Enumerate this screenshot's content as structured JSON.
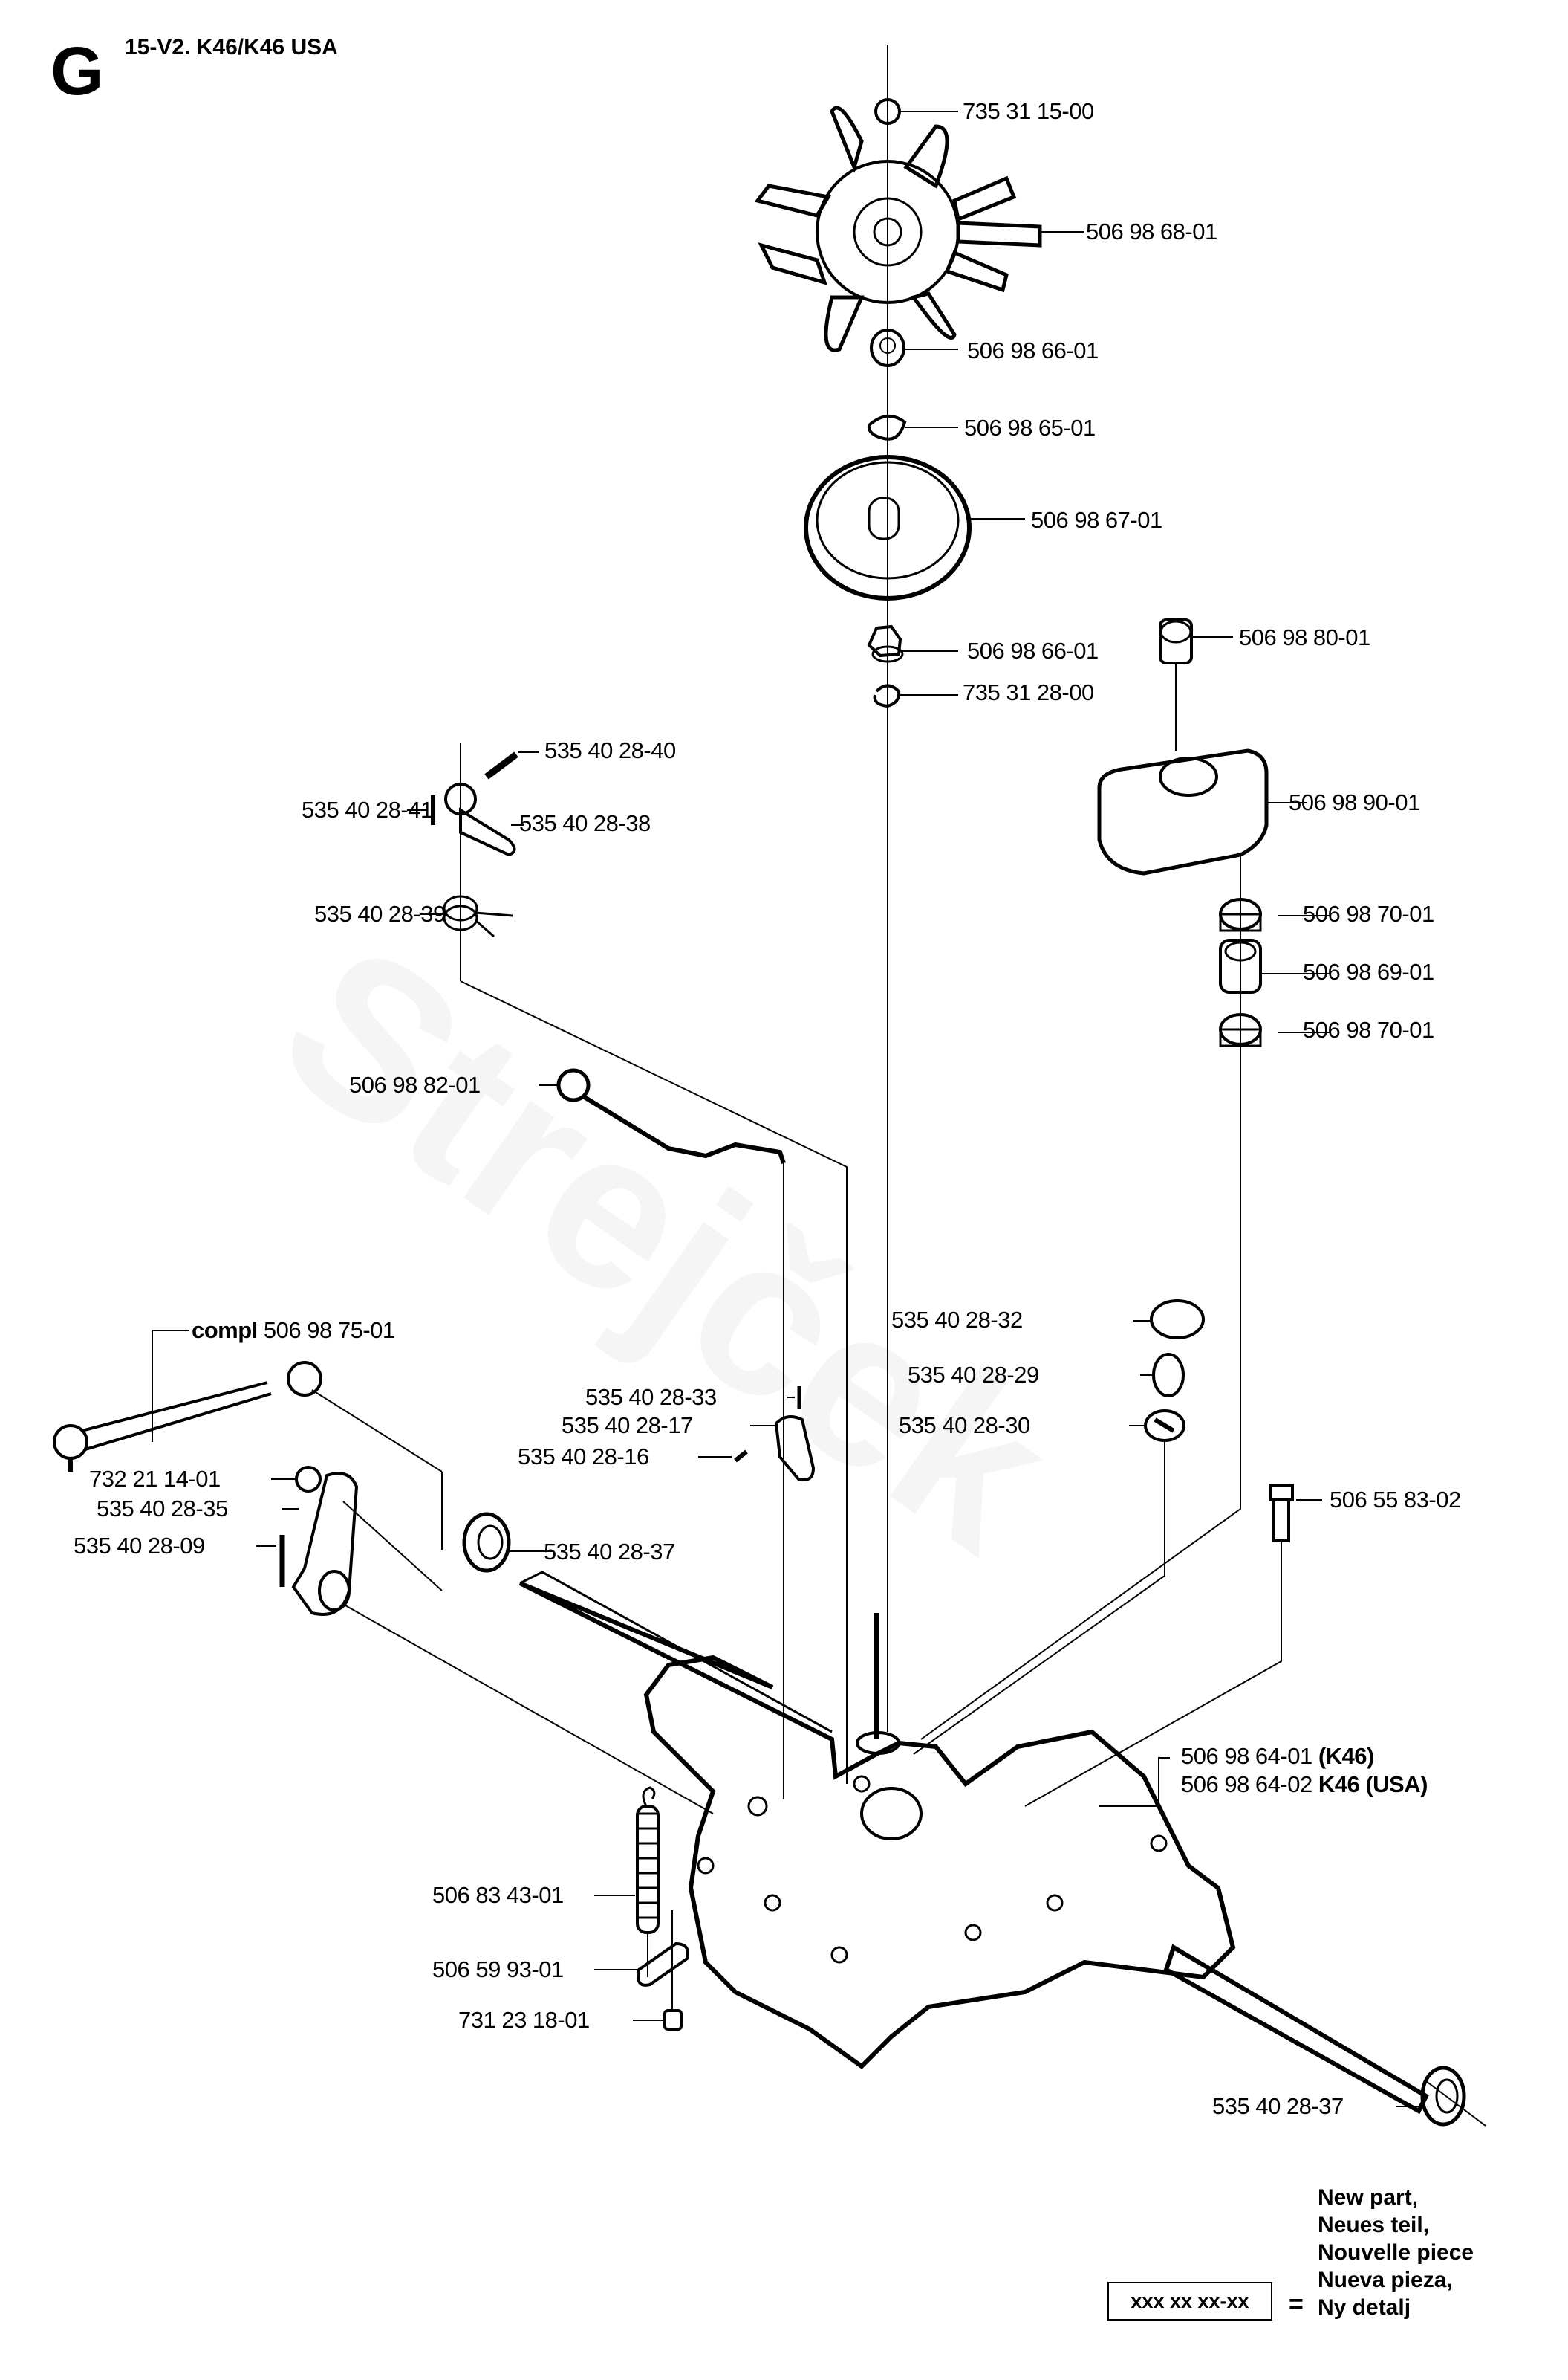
{
  "header": {
    "section_letter": "G",
    "title": "15-V2. K46/K46 USA"
  },
  "watermark": "Strejček",
  "parts": {
    "snap_ring_top": "735 31 15-00",
    "fan": "506 98 68-01",
    "nut_upper": "506 98 66-01",
    "washer_key": "506 98 65-01",
    "pulley": "506 98 67-01",
    "nut_lower": "506 98 66-01",
    "snap_ring_lower": "735 31 28-00",
    "reservoir_cap": "506 98 80-01",
    "reservoir": "506 98 90-01",
    "hose_clamp_upper": "506 98 70-01",
    "hose": "506 98 69-01",
    "hose_clamp_lower": "506 98 70-01",
    "pin_long": "535 40 28-40",
    "pin_short": "535 40 28-41",
    "arm": "535 40 28-38",
    "torsion_spring": "535 40 28-39",
    "bypass_rod": "506 98 82-01",
    "control_rod_prefix": "compl",
    "control_rod": "506 98 75-01",
    "cap": "535 40 28-32",
    "oring": "535 40 28-29",
    "plug": "535 40 28-30",
    "pin_33": "535 40 28-33",
    "lever_17": "535 40 28-17",
    "pin_16": "535 40 28-16",
    "nut_732": "732 21 14-01",
    "lever_35": "535 40 28-35",
    "pin_09": "535 40 28-09",
    "seal_left": "535 40 28-37",
    "bolt": "506 55 83-02",
    "transaxle_1_num": "506 98 64-01",
    "transaxle_1_model": "(K46)",
    "transaxle_2_num": "506 98 64-02",
    "transaxle_2_model": "K46 (USA)",
    "spring": "506 83 43-01",
    "bracket": "506 59 93-01",
    "nut_731": "731 23 18-01",
    "seal_right": "535 40 28-37"
  },
  "legend": {
    "placeholder": "xxx xx xx-xx",
    "equals": "=",
    "lines": [
      "New part,",
      "Neues teil,",
      "Nouvelle piece",
      "Nueva pieza,",
      "Ny detalj"
    ]
  }
}
